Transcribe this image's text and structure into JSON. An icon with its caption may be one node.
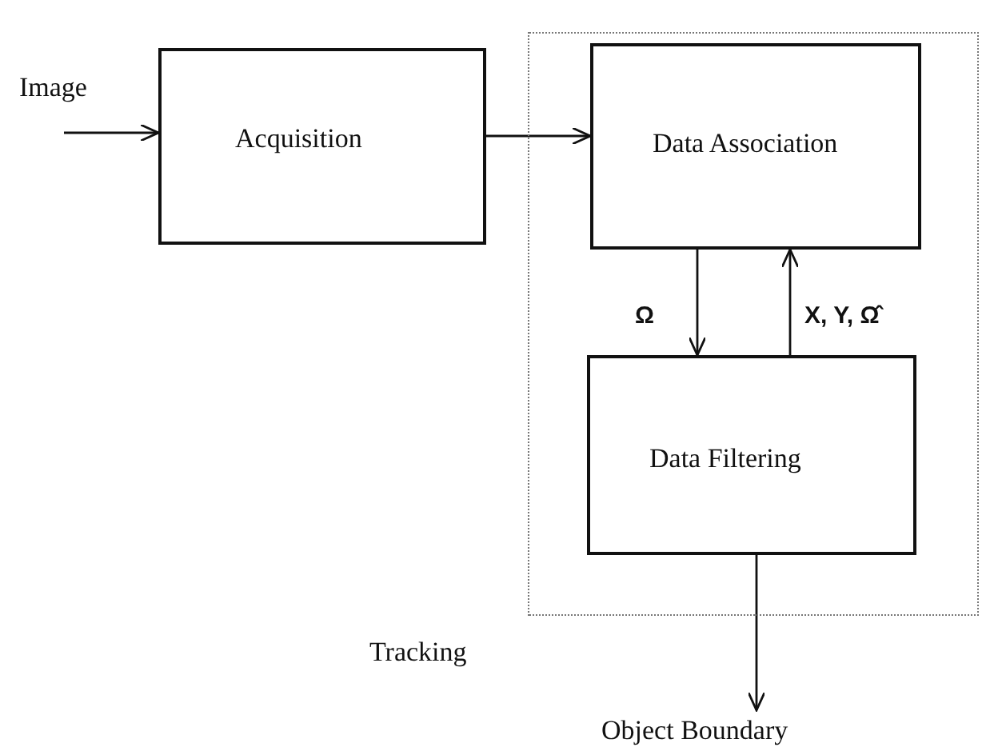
{
  "diagram": {
    "nodes": [
      {
        "text": [
          "Image"
        ]
      },
      {
        "text": [
          "Acquisition"
        ]
      },
      {
        "text": [
          "Tracking"
        ]
      },
      {
        "text": [
          "Data Association"
        ],
        "in": 2
      },
      {
        "text": [
          "Data Filtering"
        ],
        "in": 2
      },
      {
        "text": [
          "Object Boundary"
        ]
      }
    ],
    "edges": [
      {
        "from": 0,
        "to": 1,
        "arrow": "to"
      },
      {
        "from": 1,
        "to": 3,
        "arrow": "to"
      },
      {
        "from": 3,
        "to": 4,
        "arrow": "to",
        "label": "Ω"
      },
      {
        "from": 4,
        "to": 3,
        "arrow": "to",
        "label": "X, Y, Ω̂"
      },
      {
        "from": 4,
        "to": 5,
        "arrow": "to"
      }
    ]
  }
}
